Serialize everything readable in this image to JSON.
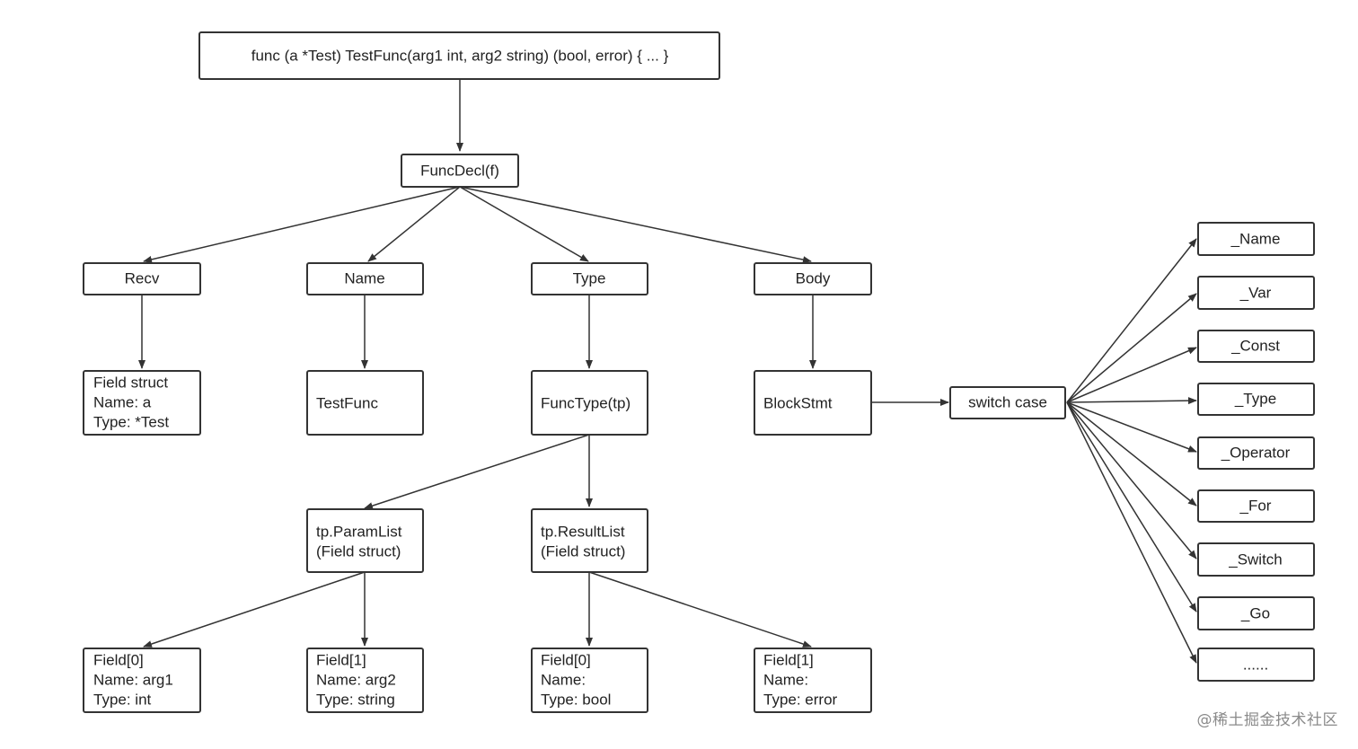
{
  "nodes": {
    "signature": "func (a *Test) TestFunc(arg1 int, arg2 string) (bool, error) { ... }",
    "funcdecl": "FuncDecl(f)",
    "recv": "Recv",
    "name": "Name",
    "type": "Type",
    "body": "Body",
    "field_struct": [
      "Field struct",
      "Name: a",
      "Type: *Test"
    ],
    "testfunc": "TestFunc",
    "functype": "FuncType(tp)",
    "blockstmt": "BlockStmt",
    "switch_case": "switch case",
    "param_list": [
      "tp.ParamList",
      "(Field struct)"
    ],
    "result_list": [
      "tp.ResultList",
      "(Field struct)"
    ],
    "param_field0": [
      "Field[0]",
      "Name: arg1",
      "Type: int"
    ],
    "param_field1": [
      "Field[1]",
      "Name: arg2",
      "Type: string"
    ],
    "result_field0": [
      "Field[0]",
      "Name:",
      "Type: bool"
    ],
    "result_field1": [
      "Field[1]",
      "Name:",
      "Type: error"
    ],
    "cases": [
      "_Name",
      "_Var",
      "_Const",
      "_Type",
      "_Operator",
      "_For",
      "_Switch",
      "_Go",
      "......"
    ]
  },
  "watermark": "@稀土掘金技术社区"
}
